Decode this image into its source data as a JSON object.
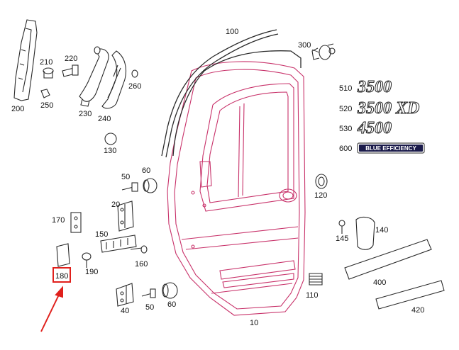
{
  "callouts": {
    "c10": "10",
    "c20": "20",
    "c40": "40",
    "c50a": "50",
    "c50b": "50",
    "c60a": "60",
    "c60b": "60",
    "c100": "100",
    "c110": "110",
    "c120": "120",
    "c130": "130",
    "c140": "140",
    "c145": "145",
    "c150": "150",
    "c160": "160",
    "c170": "170",
    "c180": "180",
    "c190": "190",
    "c200": "200",
    "c210": "210",
    "c220": "220",
    "c230": "230",
    "c240": "240",
    "c250": "250",
    "c260": "260",
    "c300": "300",
    "c400": "400",
    "c420": "420",
    "c510": "510",
    "c520": "520",
    "c530": "530",
    "c600": "600"
  },
  "badges": {
    "b510": "3500",
    "b520": "3500 XD",
    "b530": "4500",
    "b600": "BLUE EFFICIENCY"
  },
  "colors": {
    "door_outline": "#c8326a",
    "highlight": "#e0201c",
    "line": "#2a2a2a"
  },
  "highlighted_part": "180"
}
